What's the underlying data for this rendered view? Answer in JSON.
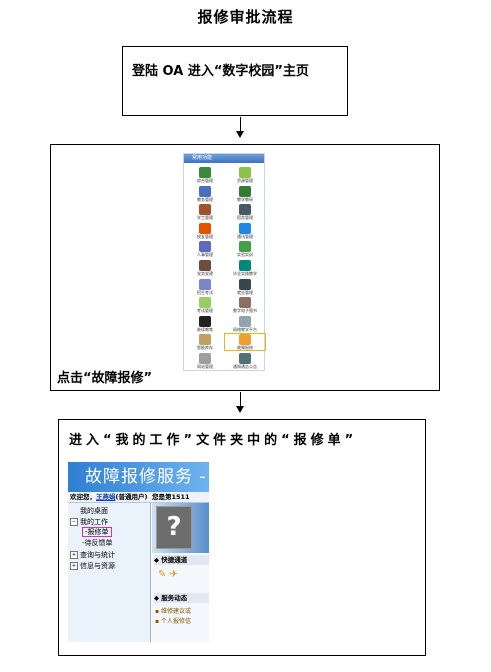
{
  "title": "报修审批流程",
  "steps": {
    "step1": "登陆 OA 进入“数字校园”主页",
    "step2": "点击“故障报修”",
    "step3": "进入“我的工作”文件夹中的“报修单”"
  },
  "app_grid": {
    "header": "常用功能",
    "highlighted": "故障报修",
    "apps": [
      {
        "label": "综合管理",
        "color": "#3a8a3a"
      },
      {
        "label": "资源管理",
        "color": "#8bc34a"
      },
      {
        "label": "教务管理",
        "color": "#4a6fc1"
      },
      {
        "label": "教学教研",
        "color": "#2e7d32"
      },
      {
        "label": "学工管理",
        "color": "#a0522d"
      },
      {
        "label": "宿舍管理",
        "color": "#455a64"
      },
      {
        "label": "校友管理",
        "color": "#e65100"
      },
      {
        "label": "通讯管理",
        "color": "#1e88e5"
      },
      {
        "label": "人事管理",
        "color": "#5c6bc0"
      },
      {
        "label": "实验实训",
        "color": "#43a047"
      },
      {
        "label": "党务党建",
        "color": "#6d4c41"
      },
      {
        "label": "毕业实践教学",
        "color": "#00897b"
      },
      {
        "label": "招生考试",
        "color": "#7986cb"
      },
      {
        "label": "就业管理",
        "color": "#37474f"
      },
      {
        "label": "考试管理",
        "color": "#9ccc65"
      },
      {
        "label": "数字电子图书",
        "color": "#8d6e63"
      },
      {
        "label": "继续教育",
        "color": "#212121"
      },
      {
        "label": "网络教学平台",
        "color": "#90a4ae"
      },
      {
        "label": "智能库存",
        "color": "#c0a060"
      },
      {
        "label": "故障报修",
        "color": "#f0a030"
      },
      {
        "label": "网站管理",
        "color": "#9e9e9e"
      },
      {
        "label": "通知通告公告",
        "color": "#546e7a"
      }
    ]
  },
  "service_page": {
    "banner": "故障报修服务 -",
    "welcome_prefix": "欢迎您，",
    "user_name": "王燕娟",
    "welcome_role": "(普通用户)",
    "welcome_suffix": "您是第1511",
    "tree": [
      {
        "label": "我的桌面",
        "marker": ""
      },
      {
        "label": "我的工作",
        "marker": "−"
      },
      {
        "label": "报修单",
        "marker": ""
      },
      {
        "label": "待反馈单",
        "marker": ""
      },
      {
        "label": "查询与统计",
        "marker": "+"
      },
      {
        "label": "信息与资源",
        "marker": "+"
      }
    ],
    "quick_section": "快捷通道",
    "service_section": "服务动态",
    "service_items": [
      "维修建议或",
      "个人报修信"
    ]
  },
  "colors": {
    "highlight_magenta": "#d52ad7",
    "highlight_orange": "#f0b31c",
    "banner_blue": "#2f7fd2"
  }
}
